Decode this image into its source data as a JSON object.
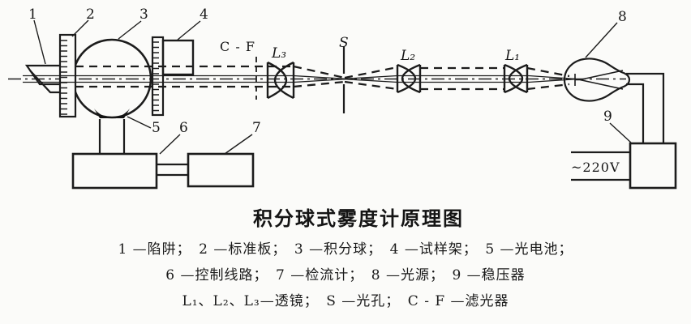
{
  "figure": {
    "title": "积分球式雾度计原理图",
    "caption_lines": [
      "1 —陷阱；　2 —标准板；　3 —积分球；　4 —试样架；　5 —光电池；",
      "6 —控制线路；　7 —检流计；　8 —光源；　9 —稳压器",
      "L₁、L₂、L₃—透镜；　S —光孔；　C - F —滤光器"
    ]
  },
  "diagram": {
    "callouts": {
      "n1": "1",
      "n2": "2",
      "n3": "3",
      "n4": "4",
      "n5": "5",
      "n6": "6",
      "n7": "7",
      "n8": "8",
      "n9": "9"
    },
    "labels": {
      "filter": "C - F",
      "lens3": "L₃",
      "aperture": "S",
      "lens2": "L₂",
      "lens1": "L₁",
      "voltage": "~220V"
    },
    "colors": {
      "ink": "#1c1c1c",
      "background": "#fbfbf9"
    }
  }
}
